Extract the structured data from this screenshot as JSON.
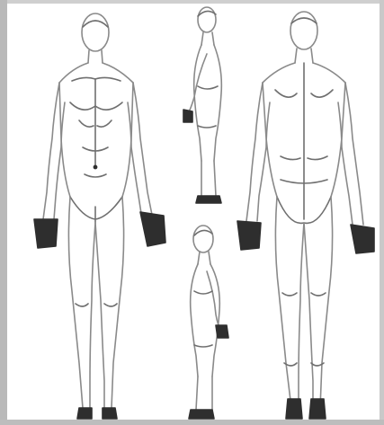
{
  "diagram": {
    "figures": [
      {
        "view": "front"
      },
      {
        "view": "side-right"
      },
      {
        "view": "side-left"
      },
      {
        "view": "back"
      }
    ],
    "colors": {
      "line": "#8a8a8a",
      "dark": "#2e2e2e",
      "frame": "#b9b9b9",
      "background": "#ffffff"
    }
  }
}
